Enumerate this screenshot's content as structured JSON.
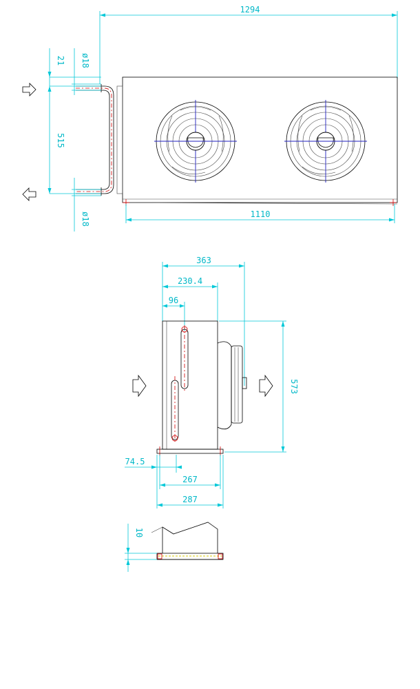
{
  "drawing": {
    "top_view": {
      "overall_length": "1294",
      "base_length": "1110",
      "pipe_offset": "21",
      "pipe_spacing": "515",
      "inlet_diameter": "ø18",
      "outlet_diameter": "ø18"
    },
    "side_view": {
      "overall_depth": "363",
      "fan_depth": "230.4",
      "pipe_position": "96",
      "height": "573",
      "foot_offset": "74.5",
      "foot_spacing": "267",
      "base_width": "287"
    },
    "foot_detail": {
      "foot_thickness": "10"
    }
  }
}
